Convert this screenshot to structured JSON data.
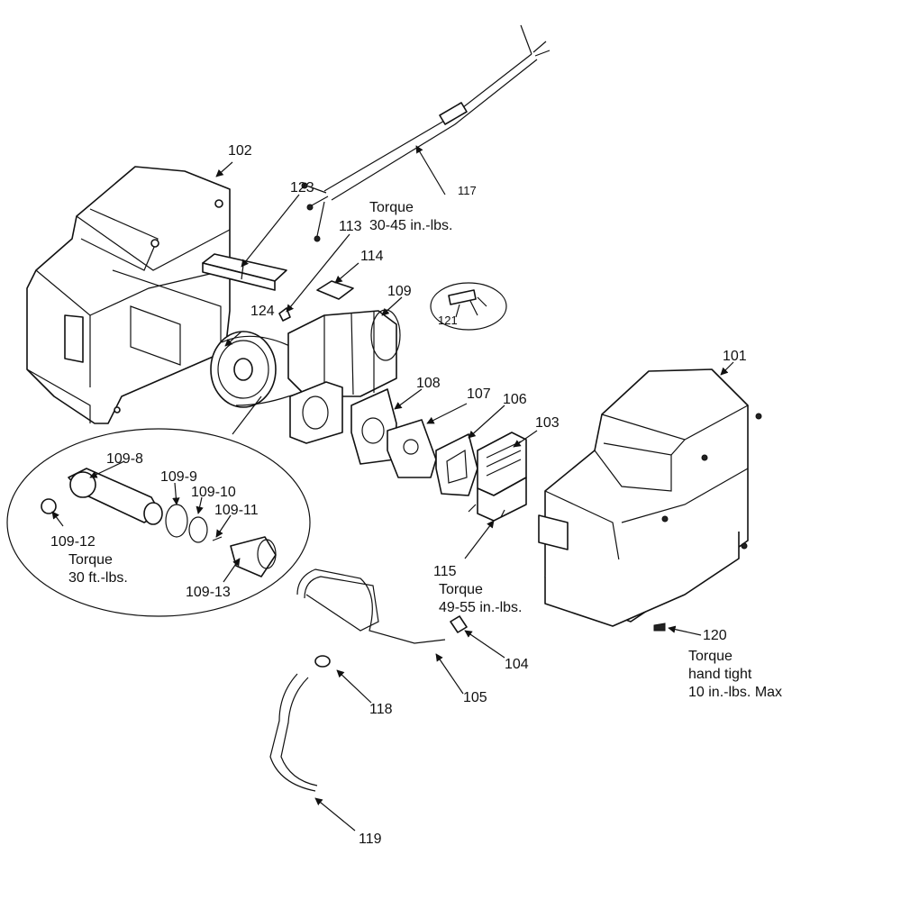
{
  "labels": {
    "p101": "101",
    "p102": "102",
    "p103": "103",
    "p104": "104",
    "p105": "105",
    "p106": "106",
    "p107": "107",
    "p108": "108",
    "p109": "109",
    "p109_8": "109-8",
    "p109_9": "109-9",
    "p109_10": "109-10",
    "p109_11": "109-11",
    "p109_12": "109-12",
    "p109_13": "109-13",
    "p113": "113",
    "p114": "114",
    "p115": "115",
    "p117": "117",
    "p118": "118",
    "p119": "119",
    "p120": "120",
    "p121": "121",
    "p123": "123",
    "p124": "124"
  },
  "torque_notes": {
    "n113": {
      "line1": "Torque",
      "line2": "30-45 in.-lbs."
    },
    "n109": {
      "line1": "Torque",
      "line2": "30 ft.-lbs."
    },
    "n115": {
      "line1": "Torque",
      "line2": "49-55 in.-lbs."
    },
    "n120": {
      "line1": "Torque",
      "line2": "hand tight",
      "line3": "10 in.-lbs. Max"
    }
  }
}
